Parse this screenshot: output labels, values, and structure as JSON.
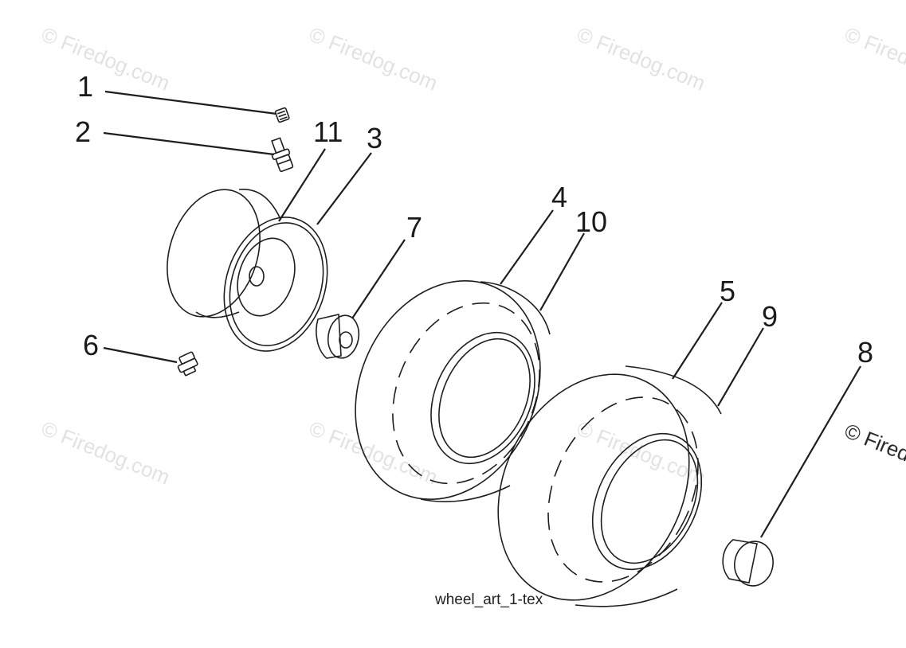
{
  "diagram": {
    "caption": "wheel_art_1-tex",
    "watermark": "© Firedog.com",
    "watermark_edge": "© Fired",
    "callouts": [
      "1",
      "2",
      "11",
      "3",
      "4",
      "10",
      "7",
      "5",
      "9",
      "8",
      "6"
    ]
  }
}
